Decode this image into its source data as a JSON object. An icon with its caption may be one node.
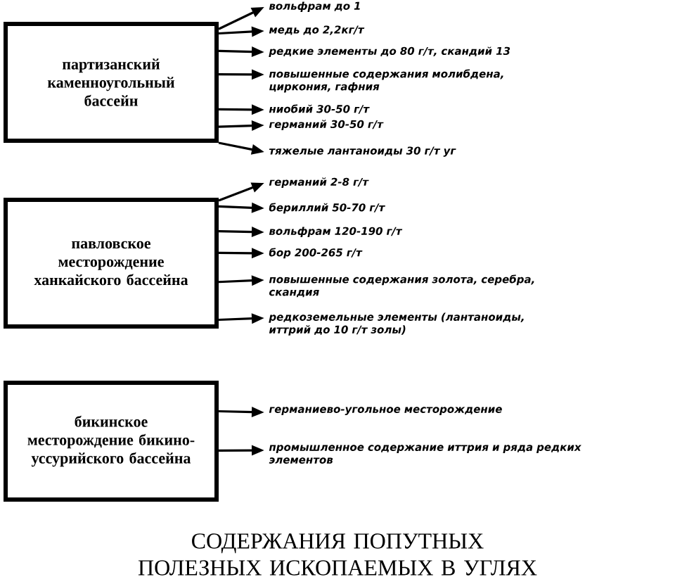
{
  "diagram": {
    "title": "СОДЕРЖАНИЯ ПОПУТНЫХ ПОЛЕЗНЫХ ИСКОПАЕМЫХ В УГЛЯХ",
    "nodes": [
      {
        "text": [
          "партизанский каменноугольный бассейн"
        ]
      },
      {
        "text": [
          "вольфрам до 1"
        ]
      },
      {
        "text": [
          "медь до 2,2кг/т"
        ]
      },
      {
        "text": [
          "редкие элементы до 80 г/т, скандий 13"
        ]
      },
      {
        "text": [
          "повышенные содержания молибдена, циркония, гафния"
        ]
      },
      {
        "text": [
          "ниобий 30-50 г/т"
        ]
      },
      {
        "text": [
          "германий 30-50 г/т"
        ]
      },
      {
        "text": [
          "тяжелые лантаноиды 30 г/т уг"
        ]
      },
      {
        "text": [
          "павловское месторождение ханкайского бассейна"
        ]
      },
      {
        "text": [
          "германий 2-8 г/т"
        ]
      },
      {
        "text": [
          "бериллий 50-70 г/т"
        ]
      },
      {
        "text": [
          "вольфрам 120-190 г/т"
        ]
      },
      {
        "text": [
          "бор 200-265 г/т"
        ]
      },
      {
        "text": [
          "повышенные содержания золота, серебра, скандия"
        ]
      },
      {
        "text": [
          "редкоземельные элементы (лантаноиды, иттрий до 10 г/т золы)"
        ]
      },
      {
        "text": [
          "бикинское месторождение бикино-уссурийского бассейна"
        ]
      },
      {
        "text": [
          "германиево-угольное месторождение"
        ]
      },
      {
        "text": [
          "промышленное содержание иттрия и ряда редких элементов"
        ]
      }
    ],
    "edges": [
      {
        "from": 0,
        "to": 1,
        "arrow": "to"
      },
      {
        "from": 0,
        "to": 2,
        "arrow": "to"
      },
      {
        "from": 0,
        "to": 3,
        "arrow": "to"
      },
      {
        "from": 0,
        "to": 4,
        "arrow": "to"
      },
      {
        "from": 0,
        "to": 5,
        "arrow": "to"
      },
      {
        "from": 0,
        "to": 6,
        "arrow": "to"
      },
      {
        "from": 0,
        "to": 7,
        "arrow": "to"
      },
      {
        "from": 8,
        "to": 9,
        "arrow": "to"
      },
      {
        "from": 8,
        "to": 10,
        "arrow": "to"
      },
      {
        "from": 8,
        "to": 11,
        "arrow": "to"
      },
      {
        "from": 8,
        "to": 12,
        "arrow": "to"
      },
      {
        "from": 8,
        "to": 13,
        "arrow": "to"
      },
      {
        "from": 8,
        "to": 14,
        "arrow": "to"
      },
      {
        "from": 15,
        "to": 16,
        "arrow": "to"
      },
      {
        "from": 15,
        "to": 17,
        "arrow": "to"
      }
    ]
  }
}
